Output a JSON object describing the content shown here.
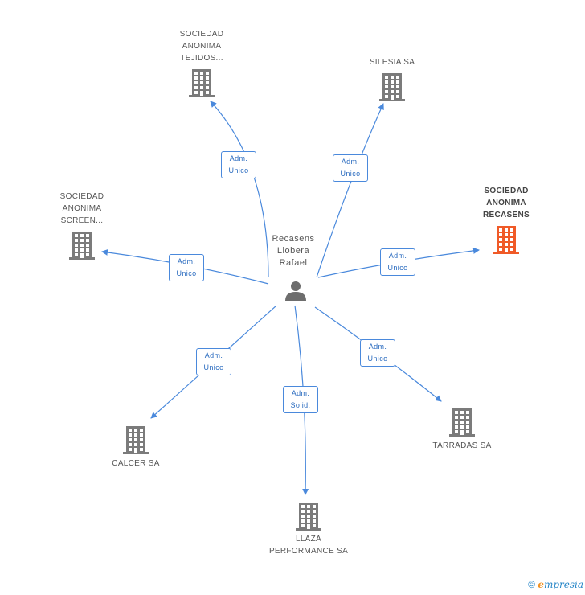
{
  "center": {
    "name_lines": [
      "Recasens",
      "Llobera",
      "Rafael"
    ],
    "icon": "person-icon"
  },
  "nodes": [
    {
      "id": "tejidos",
      "lines": [
        "SOCIEDAD",
        "ANONIMA",
        "TEJIDOS..."
      ],
      "icon": "building-icon",
      "color": "#7b7b7b"
    },
    {
      "id": "silesia",
      "lines": [
        "SILESIA SA"
      ],
      "icon": "building-icon",
      "color": "#7b7b7b"
    },
    {
      "id": "screen",
      "lines": [
        "SOCIEDAD",
        "ANONIMA",
        "SCREEN..."
      ],
      "icon": "building-icon",
      "color": "#7b7b7b"
    },
    {
      "id": "recasens",
      "lines": [
        "SOCIEDAD",
        "ANONIMA",
        "RECASENS"
      ],
      "icon": "building-icon",
      "color": "#f05a28"
    },
    {
      "id": "calcer",
      "lines": [
        "CALCER SA"
      ],
      "icon": "building-icon",
      "color": "#7b7b7b"
    },
    {
      "id": "llaza",
      "lines": [
        "LLAZA",
        "PERFORMANCE SA"
      ],
      "icon": "building-icon",
      "color": "#7b7b7b"
    },
    {
      "id": "tarradas",
      "lines": [
        "TARRADAS SA"
      ],
      "icon": "building-icon",
      "color": "#7b7b7b"
    }
  ],
  "edges": [
    {
      "target": "tejidos",
      "label": [
        "Adm.",
        "Unico"
      ]
    },
    {
      "target": "silesia",
      "label": [
        "Adm.",
        "Unico"
      ]
    },
    {
      "target": "screen",
      "label": [
        "Adm.",
        "Unico"
      ]
    },
    {
      "target": "recasens",
      "label": [
        "Adm.",
        "Unico"
      ]
    },
    {
      "target": "calcer",
      "label": [
        "Adm.",
        "Unico"
      ]
    },
    {
      "target": "llaza",
      "label": [
        "Adm.",
        "Solid."
      ]
    },
    {
      "target": "tarradas",
      "label": [
        "Adm.",
        "Unico"
      ]
    }
  ],
  "colors": {
    "edge": "#4a89dc",
    "node_default": "#7b7b7b",
    "node_highlight": "#f05a28",
    "person": "#6d6d6d"
  },
  "footer": {
    "copyright": "©",
    "brand_initial": "e",
    "brand_rest": "mpresia"
  }
}
